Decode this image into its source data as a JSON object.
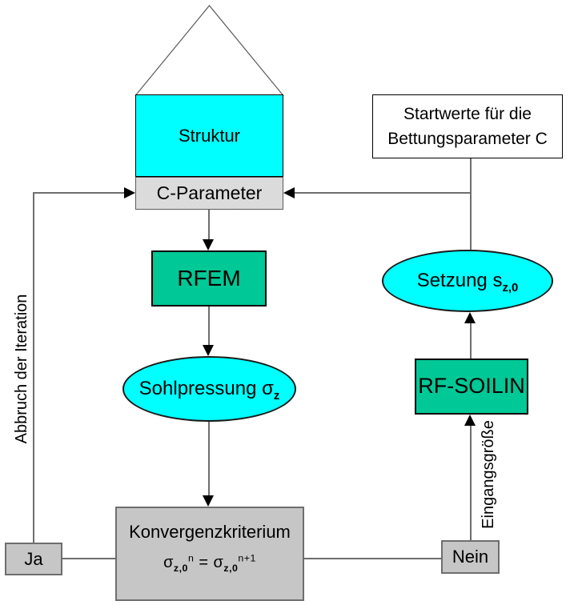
{
  "diagram": {
    "nodes": {
      "struktur": {
        "label": "Struktur"
      },
      "c_parameter": {
        "label": "C-Parameter"
      },
      "rfem": {
        "label": "RFEM"
      },
      "sohlpressung": {
        "text": "Sohlpressung σ",
        "subscript": "z"
      },
      "konvergenz": {
        "title": "Konvergenzkriterium",
        "formula": {
          "lhs_base": "σ",
          "lhs_sub": "z,0",
          "lhs_sup": "n",
          "equals": "=",
          "rhs_base": "σ",
          "rhs_sub": "z,0",
          "rhs_sup": "n+1"
        }
      },
      "ja": {
        "label": "Ja"
      },
      "nein": {
        "label": "Nein"
      },
      "rf_soilin": {
        "label": "RF-SOILIN"
      },
      "setzung": {
        "text": "Setzung s",
        "subscript": "z,0"
      },
      "startwerte": {
        "line1": "Startwerte für die",
        "line2": "Bettungsparameter C"
      }
    },
    "edge_labels": {
      "abbruch": "Abbruch der Iteration",
      "eingangsgroesse": "Eingangsgröße"
    },
    "colors": {
      "cyan_fill": "#00FFFF",
      "green_fill": "#00C896",
      "gray_fill": "#C6C6C6",
      "line_gray": "#6e6e6e",
      "arrow_black": "#000000"
    }
  }
}
